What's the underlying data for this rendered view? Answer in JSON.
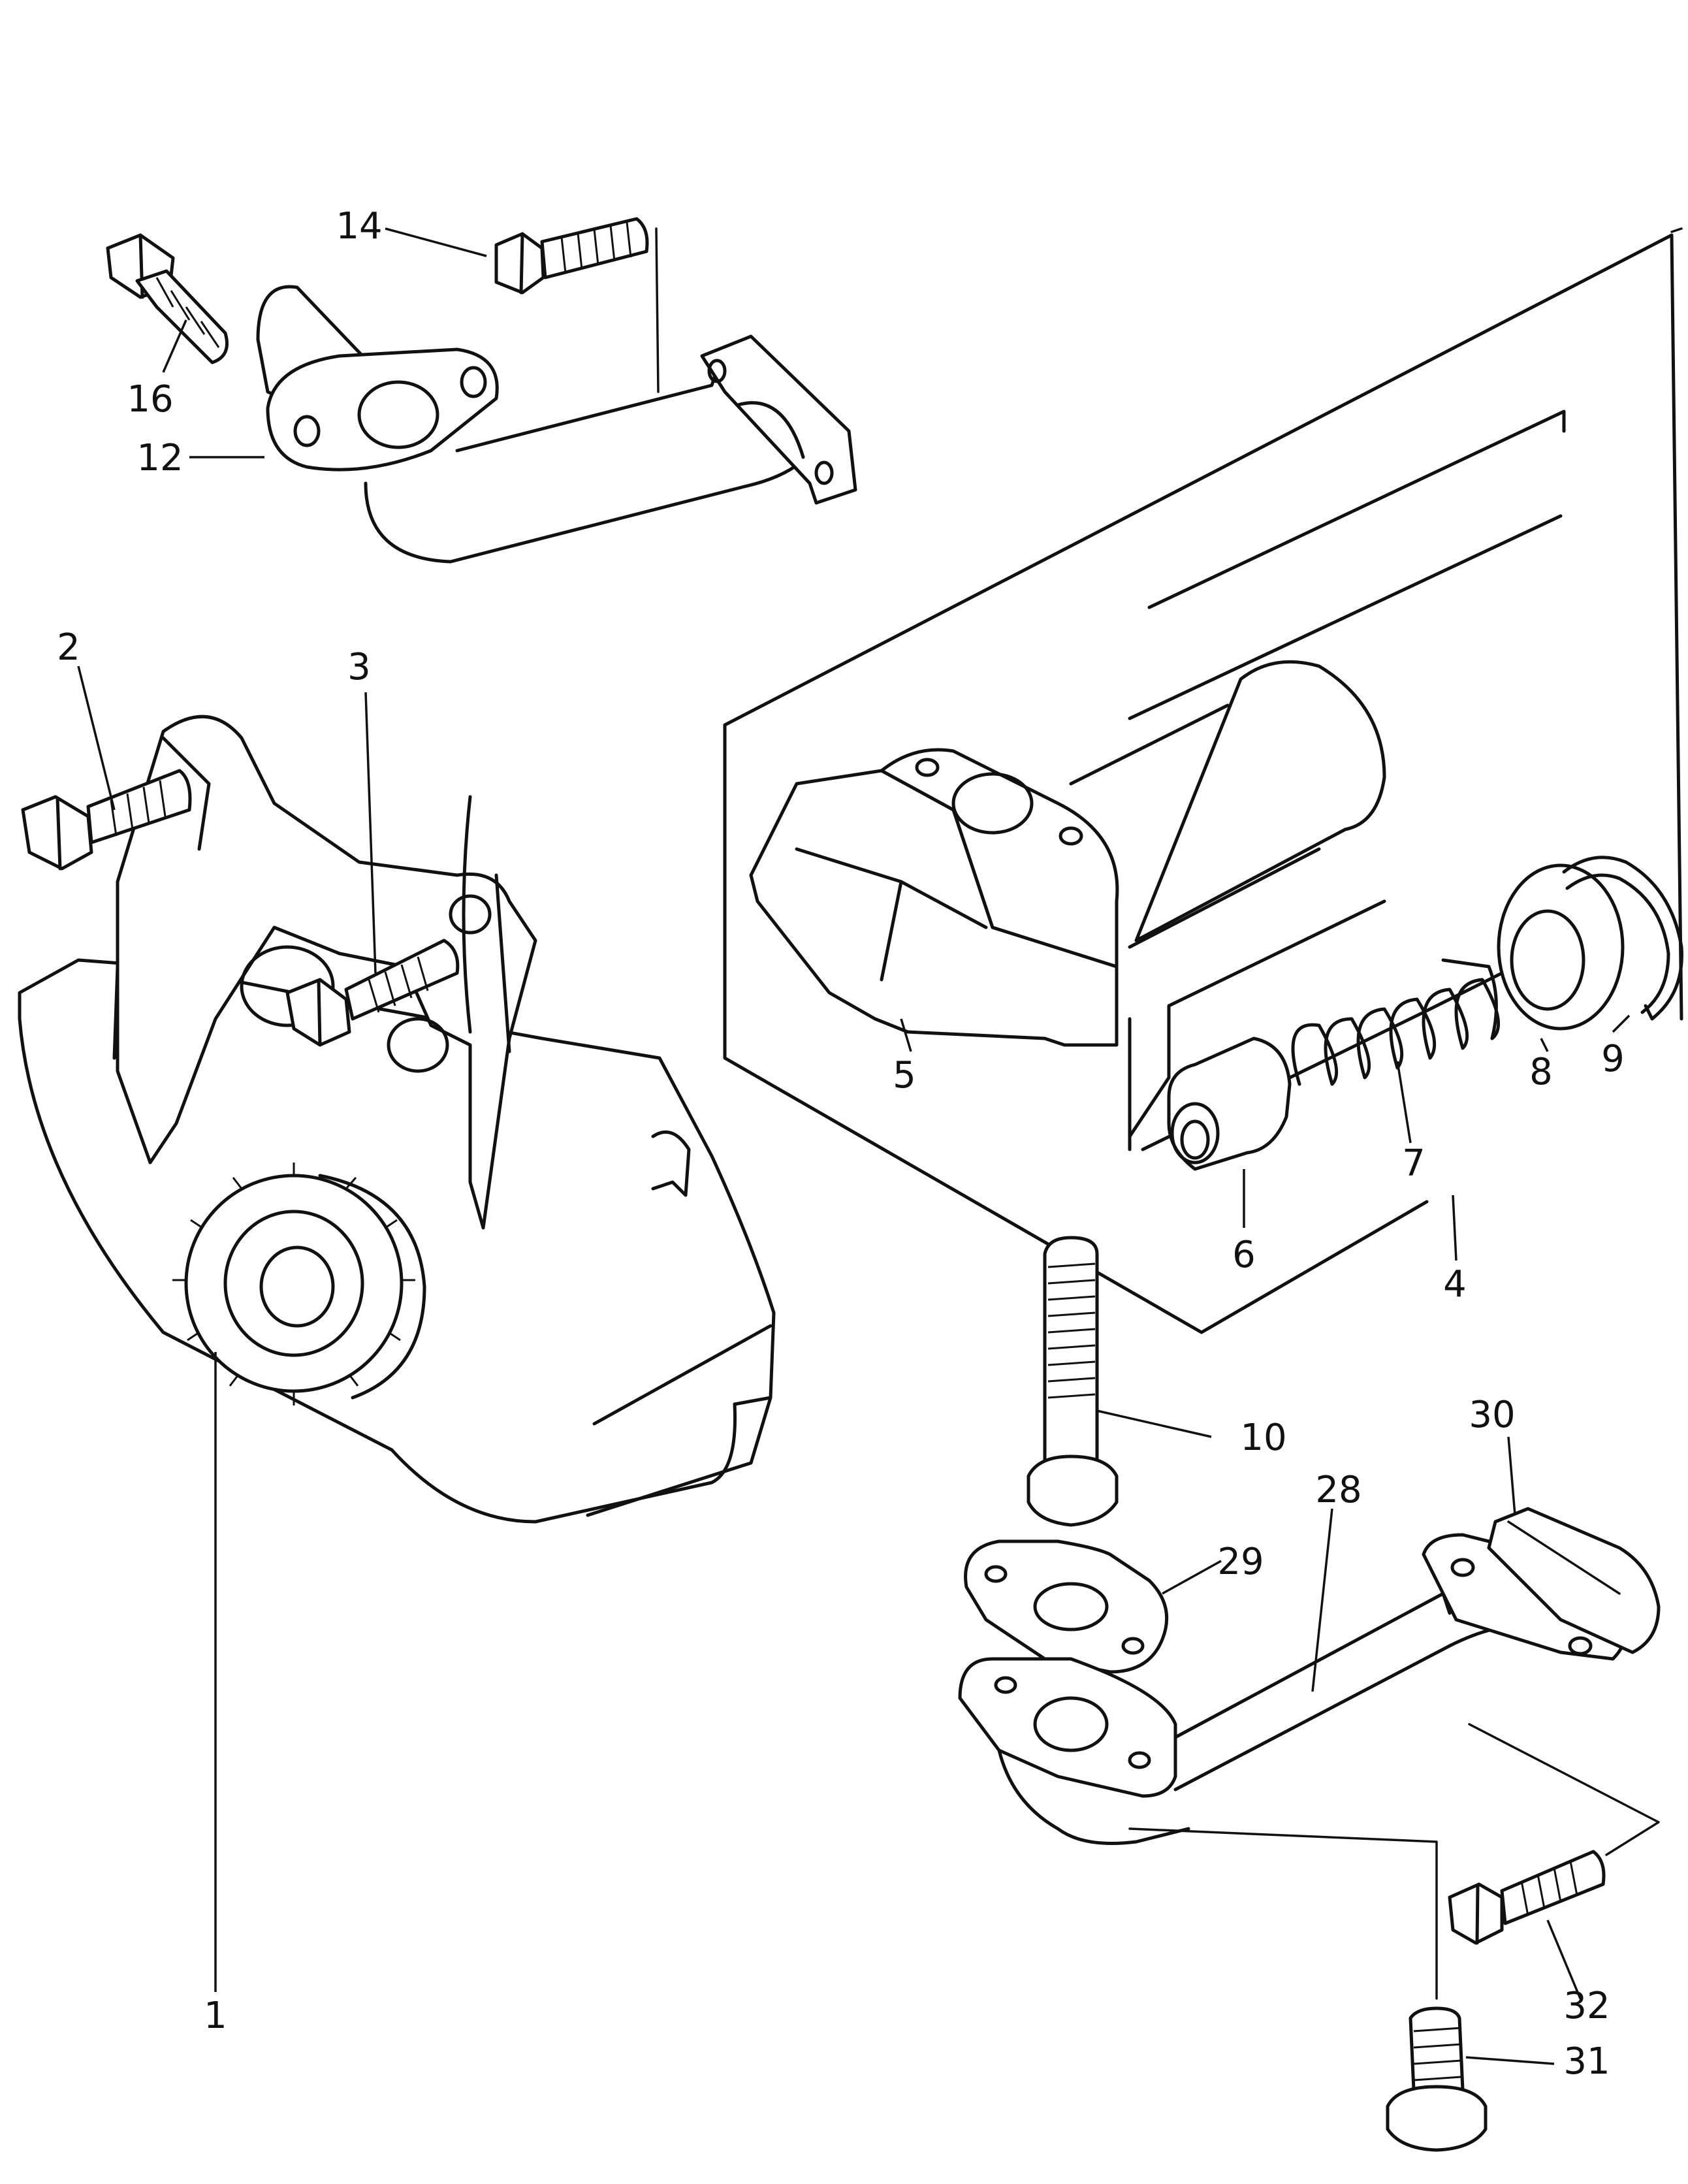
{
  "callouts": [
    {
      "key": "c1",
      "label": "1"
    },
    {
      "key": "c2",
      "label": "2"
    },
    {
      "key": "c3",
      "label": "3"
    },
    {
      "key": "c4",
      "label": "4"
    },
    {
      "key": "c5",
      "label": "5"
    },
    {
      "key": "c6",
      "label": "6"
    },
    {
      "key": "c7",
      "label": "7"
    },
    {
      "key": "c8",
      "label": "8"
    },
    {
      "key": "c9",
      "label": "9"
    },
    {
      "key": "c10",
      "label": "10"
    },
    {
      "key": "c12",
      "label": "12"
    },
    {
      "key": "c14",
      "label": "14"
    },
    {
      "key": "c16",
      "label": "16"
    },
    {
      "key": "c28",
      "label": "28"
    },
    {
      "key": "c29",
      "label": "29"
    },
    {
      "key": "c30",
      "label": "30"
    },
    {
      "key": "c31",
      "label": "31"
    },
    {
      "key": "c32",
      "label": "32"
    }
  ],
  "labels": {
    "c1": "1",
    "c2": "2",
    "c3": "3",
    "c4": "4",
    "c5": "5",
    "c6": "6",
    "c7": "7",
    "c8": "8",
    "c9": "9",
    "c10": "10",
    "c12": "12",
    "c14": "14",
    "c16": "16",
    "c28": "28",
    "c29": "29",
    "c30": "30",
    "c31": "31",
    "c32": "32"
  }
}
